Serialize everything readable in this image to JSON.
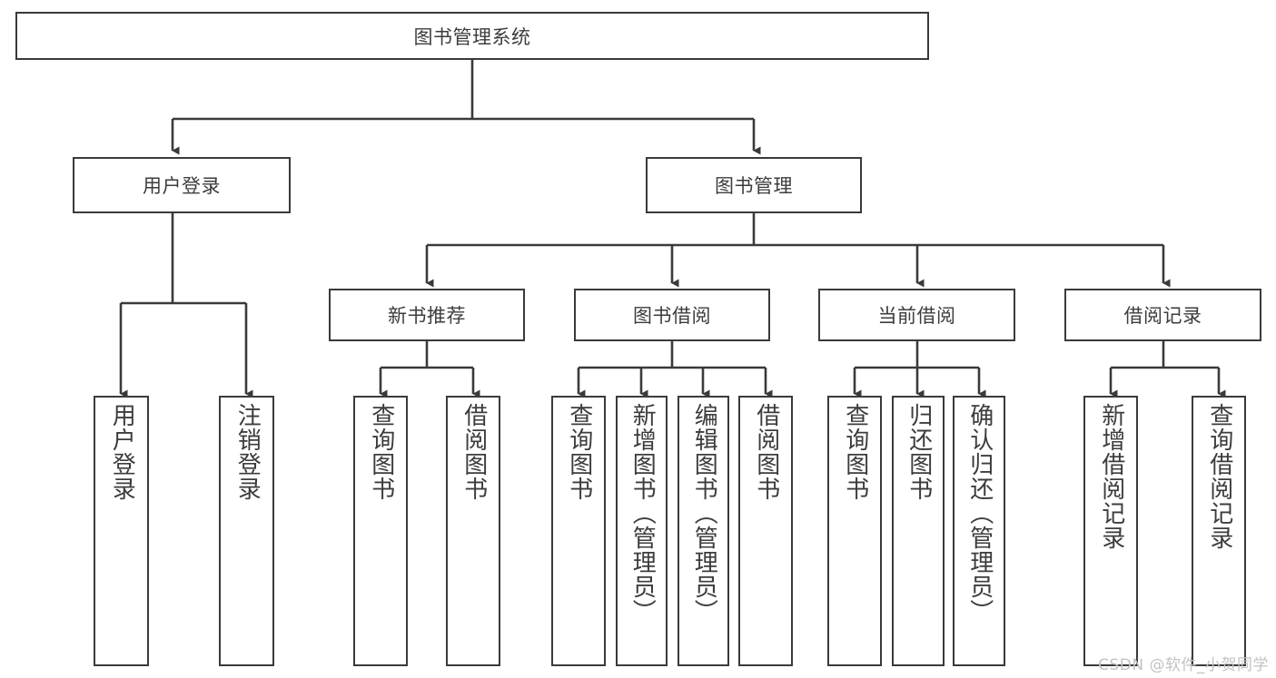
{
  "diagram": {
    "title": "图书管理系统",
    "type": "hierarchy-tree",
    "watermark": "CSDN @软件_小贺同学",
    "colors": {
      "background": "#ffffff",
      "box_border": "#3a3a3a",
      "box_fill": "#ffffff",
      "text": "#3c3c3c",
      "edge": "#3a3a3a",
      "watermark": "#c2c2c2"
    },
    "levels": {
      "root": "图书管理系统",
      "level2": [
        "用户登录",
        "图书管理"
      ],
      "level3": [
        "新书推荐",
        "图书借阅",
        "当前借阅",
        "借阅记录"
      ]
    },
    "nodes": {
      "root": {
        "label": "图书管理系统",
        "orientation": "horizontal"
      },
      "user_login": {
        "label": "用户登录",
        "orientation": "horizontal"
      },
      "book_manage": {
        "label": "图书管理",
        "orientation": "horizontal"
      },
      "new_book_rec": {
        "label": "新书推荐",
        "orientation": "horizontal"
      },
      "book_borrow": {
        "label": "图书借阅",
        "orientation": "horizontal"
      },
      "current_borrow": {
        "label": "当前借阅",
        "orientation": "horizontal"
      },
      "borrow_record": {
        "label": "借阅记录",
        "orientation": "horizontal"
      },
      "leaf_user_login": {
        "label": "用户登录",
        "orientation": "vertical"
      },
      "leaf_user_logout": {
        "label": "注销登录",
        "orientation": "vertical"
      },
      "leaf_query_book_a": {
        "label": "查询图书",
        "orientation": "vertical"
      },
      "leaf_borrow_book_a": {
        "label": "借阅图书",
        "orientation": "vertical"
      },
      "leaf_query_book_b": {
        "label": "查询图书",
        "orientation": "vertical"
      },
      "leaf_add_book": {
        "label": "新增图书（管理员）",
        "orientation": "vertical"
      },
      "leaf_edit_book": {
        "label": "编辑图书（管理员）",
        "orientation": "vertical"
      },
      "leaf_borrow_book_b": {
        "label": "借阅图书",
        "orientation": "vertical"
      },
      "leaf_query_book_c": {
        "label": "查询图书",
        "orientation": "vertical"
      },
      "leaf_return_book": {
        "label": "归还图书",
        "orientation": "vertical"
      },
      "leaf_confirm_return": {
        "label": "确认归还（管理员）",
        "orientation": "vertical"
      },
      "leaf_add_record": {
        "label": "新增借阅记录",
        "orientation": "vertical"
      },
      "leaf_query_record": {
        "label": "查询借阅记录",
        "orientation": "vertical"
      }
    },
    "edges": [
      {
        "from": "root",
        "to": "用户登录"
      },
      {
        "from": "root",
        "to": "图书管理"
      },
      {
        "from": "用户登录",
        "to": "用户登录(叶)"
      },
      {
        "from": "用户登录",
        "to": "注销登录"
      },
      {
        "from": "图书管理",
        "to": "新书推荐"
      },
      {
        "from": "图书管理",
        "to": "图书借阅"
      },
      {
        "from": "图书管理",
        "to": "当前借阅"
      },
      {
        "from": "图书管理",
        "to": "借阅记录"
      },
      {
        "from": "新书推荐",
        "to": "查询图书"
      },
      {
        "from": "新书推荐",
        "to": "借阅图书"
      },
      {
        "from": "图书借阅",
        "to": "查询图书"
      },
      {
        "from": "图书借阅",
        "to": "新增图书（管理员）"
      },
      {
        "from": "图书借阅",
        "to": "编辑图书（管理员）"
      },
      {
        "from": "图书借阅",
        "to": "借阅图书"
      },
      {
        "from": "当前借阅",
        "to": "查询图书"
      },
      {
        "from": "当前借阅",
        "to": "归还图书"
      },
      {
        "from": "当前借阅",
        "to": "确认归还（管理员）"
      },
      {
        "from": "借阅记录",
        "to": "新增借阅记录"
      },
      {
        "from": "借阅记录",
        "to": "查询借阅记录"
      }
    ]
  }
}
